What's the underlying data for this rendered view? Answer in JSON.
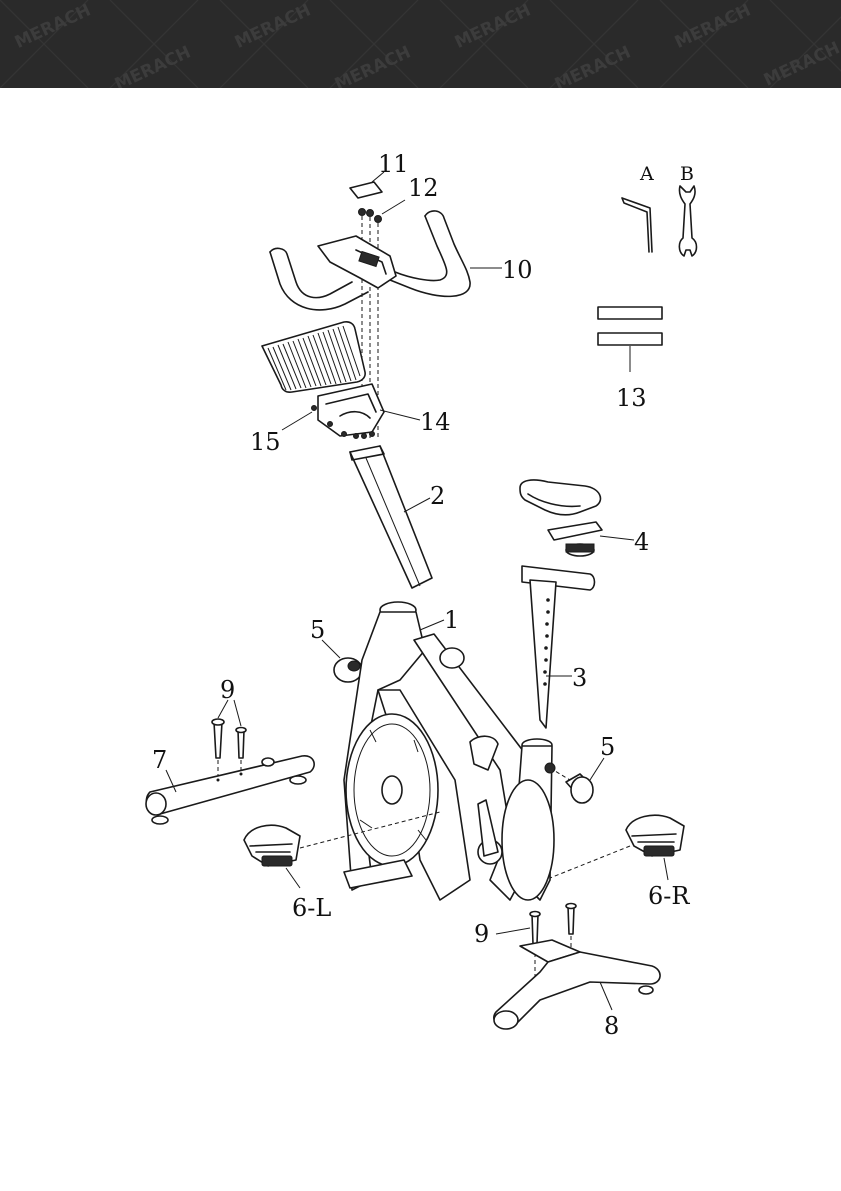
{
  "brand": {
    "watermark": "MERACH"
  },
  "tools": {
    "a": "A",
    "b": "B"
  },
  "parts": {
    "p1": "1",
    "p2": "2",
    "p3": "3",
    "p4": "4",
    "p5a": "5",
    "p5b": "5",
    "p6l": "6-L",
    "p6r": "6-R",
    "p7": "7",
    "p8": "8",
    "p9a": "9",
    "p9b": "9",
    "p10": "10",
    "p11": "11",
    "p12": "12",
    "p13": "13",
    "p14": "14",
    "p15": "15"
  }
}
